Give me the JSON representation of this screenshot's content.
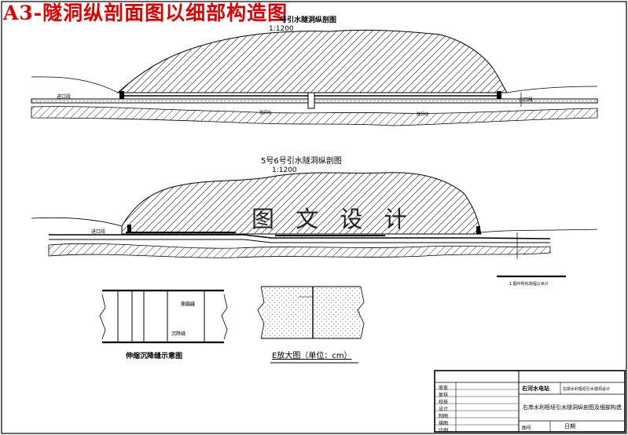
{
  "banner": "A3-隧洞纵剖面图以细部构造图",
  "watermark": "图 文 设 计",
  "upper_profile": {
    "title": "号引水隧洞纵剖图",
    "scale": "1:1200",
    "inlet": "进口段",
    "outlet": "出口段",
    "labels": [
      "隧洞线",
      "隧洞线"
    ]
  },
  "lower_profile": {
    "title": "5号6号引水隧洞纵剖图",
    "scale": "1:1200",
    "inlet": "进口段"
  },
  "detail_left": {
    "caption": "伸缩沉降缝示意图",
    "label_a": "伸缩缝",
    "label_b": "沉降缝"
  },
  "detail_right": {
    "caption": "E放大图（单位：cm）"
  },
  "note": "1.图中所标高程以米计",
  "title_block": {
    "unit": "右河水电站",
    "project": "右岸水利枢纽引水隧洞设计",
    "drawing_title": "右岸水利枢纽引水隧洞纵剖图及细部构造",
    "left_rows": [
      "审查",
      "复核",
      "校核",
      "设计",
      "制图",
      "描图",
      "比例"
    ],
    "date_label": "日期",
    "figno_label": "图号"
  }
}
